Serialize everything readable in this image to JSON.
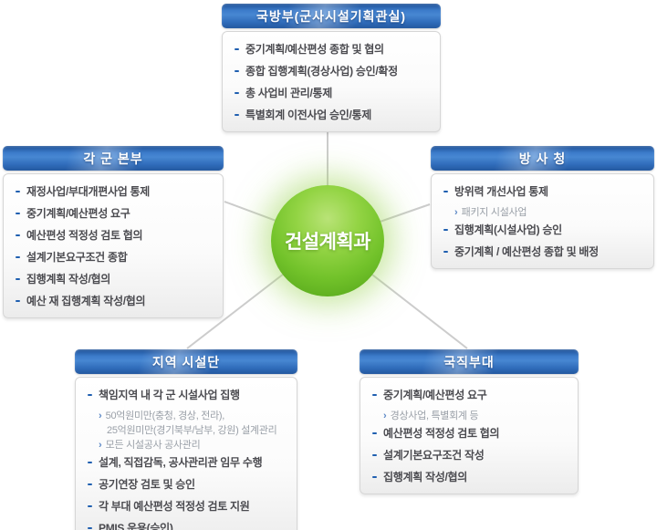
{
  "center": {
    "label": "건설계획과"
  },
  "colors": {
    "header_blue": "#3d7ccb",
    "center_green": "#72c22a",
    "connector_gray": "#cccccc",
    "bullet_blue": "#1f5fb0",
    "item_text": "#4b4b50",
    "sub_text": "#9aa0a8"
  },
  "icons": {
    "bullet": "dash",
    "sub_marker": "›"
  },
  "nodes": {
    "mnd": {
      "title": "국방부(군사시설기획관실)",
      "items": [
        {
          "text": "중기계획/예산편성 종합 및 협의"
        },
        {
          "text": "종합 집행계획(경상사업) 승인/확정"
        },
        {
          "text": "총 사업비 관리/통제"
        },
        {
          "text": "특별회계 이전사업 승인/통제"
        }
      ]
    },
    "hq": {
      "title": "각 군 본부",
      "items": [
        {
          "text": "재정사업/부대개편사업 통제"
        },
        {
          "text": "중기계획/예산편성 요구"
        },
        {
          "text": "예산편성 적정성 검토 협의"
        },
        {
          "text": "설계기본요구조건 종합"
        },
        {
          "text": "집행계획 작성/협의"
        },
        {
          "text": "예산 재 집행계획 작성/협의"
        }
      ]
    },
    "dapa": {
      "title": "방 사 청",
      "items": [
        {
          "text": "방위력 개선사업 통제",
          "subs": [
            {
              "text": "패키지 시설사업"
            }
          ]
        },
        {
          "text": "집행계획(시설사업) 승인"
        },
        {
          "text": "중기계획 / 예산편성 종합 및 배정"
        }
      ]
    },
    "region": {
      "title": "지역 시설단",
      "items": [
        {
          "text": "책임지역 내 각 군 시설사업 집행",
          "subs": [
            {
              "text": "50억원미만(충청, 경상, 전라),"
            },
            {
              "text": "25억원미만(경기북부/남부, 강원) 설계관리"
            },
            {
              "text": "모든 시설공사 공사관리"
            }
          ]
        },
        {
          "text": "설계, 직접감독, 공사관리관 임무 수행"
        },
        {
          "text": "공기연장 검토 및 승인"
        },
        {
          "text": "각 부대 예산편성 적정성 검토 지원"
        },
        {
          "text": "PMIS 운용(승인)"
        }
      ]
    },
    "joint": {
      "title": "국직부대",
      "items": [
        {
          "text": "중기계획/예산편성 요구",
          "subs": [
            {
              "text": "경상사업, 특별회계 등"
            }
          ]
        },
        {
          "text": "예산편성 적정성 검토 협의"
        },
        {
          "text": "설계기본요구조건 작성"
        },
        {
          "text": "집행계획 작성/협의"
        }
      ]
    }
  }
}
